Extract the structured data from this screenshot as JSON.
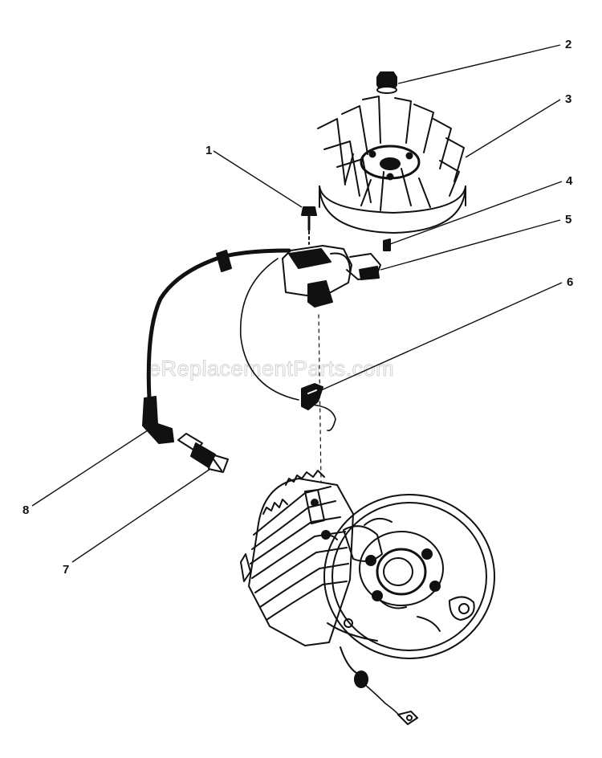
{
  "callouts": [
    {
      "id": "1",
      "label": "1"
    },
    {
      "id": "2",
      "label": "2"
    },
    {
      "id": "3",
      "label": "3"
    },
    {
      "id": "4",
      "label": "4"
    },
    {
      "id": "5",
      "label": "5"
    },
    {
      "id": "6",
      "label": "6"
    },
    {
      "id": "7",
      "label": "7"
    },
    {
      "id": "8",
      "label": "8"
    }
  ],
  "watermark": "eReplacementParts.com",
  "colors": {
    "ink": "#111111",
    "watermark": "#d2d2d2",
    "background": "#ffffff"
  }
}
